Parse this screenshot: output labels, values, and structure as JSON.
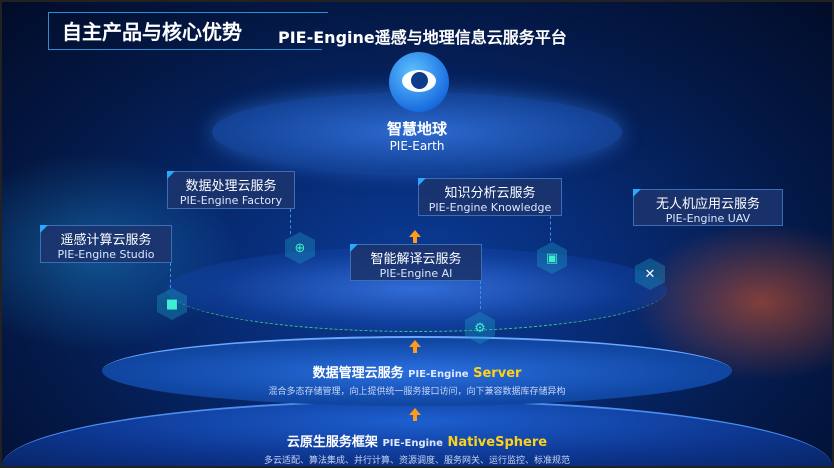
{
  "header": {
    "title": "自主产品与核心优势",
    "subtitle": "PIE-Engine遥感与地理信息云服务平台"
  },
  "top": {
    "name": "智慧地球",
    "en": "PIE-Earth"
  },
  "services": [
    {
      "cn": "数据处理云服务",
      "en": "PIE-Engine Factory"
    },
    {
      "cn": "知识分析云服务",
      "en": "PIE-Engine Knowledge"
    },
    {
      "cn": "无人机应用云服务",
      "en": "PIE-Engine UAV"
    },
    {
      "cn": "遥感计算云服务",
      "en": "PIE-Engine Studio"
    },
    {
      "cn": "智能解译云服务",
      "en": "PIE-Engine AI"
    }
  ],
  "server": {
    "cn": "数据管理云服务",
    "pe": "PIE-Engine",
    "hl": "Server",
    "desc": "混合多态存储管理，向上提供统一服务接口访问，向下兼容数据库存储异构"
  },
  "native": {
    "cn": "云原生服务框架",
    "pe": "PIE-Engine",
    "hl": "NativeSphere",
    "desc": "多云适配、算法集成、并行计算、资源调度、服务网关、运行监控、标准规范"
  },
  "colors": {
    "accent": "#ffd21a",
    "arrow": "#ff9a1a"
  }
}
